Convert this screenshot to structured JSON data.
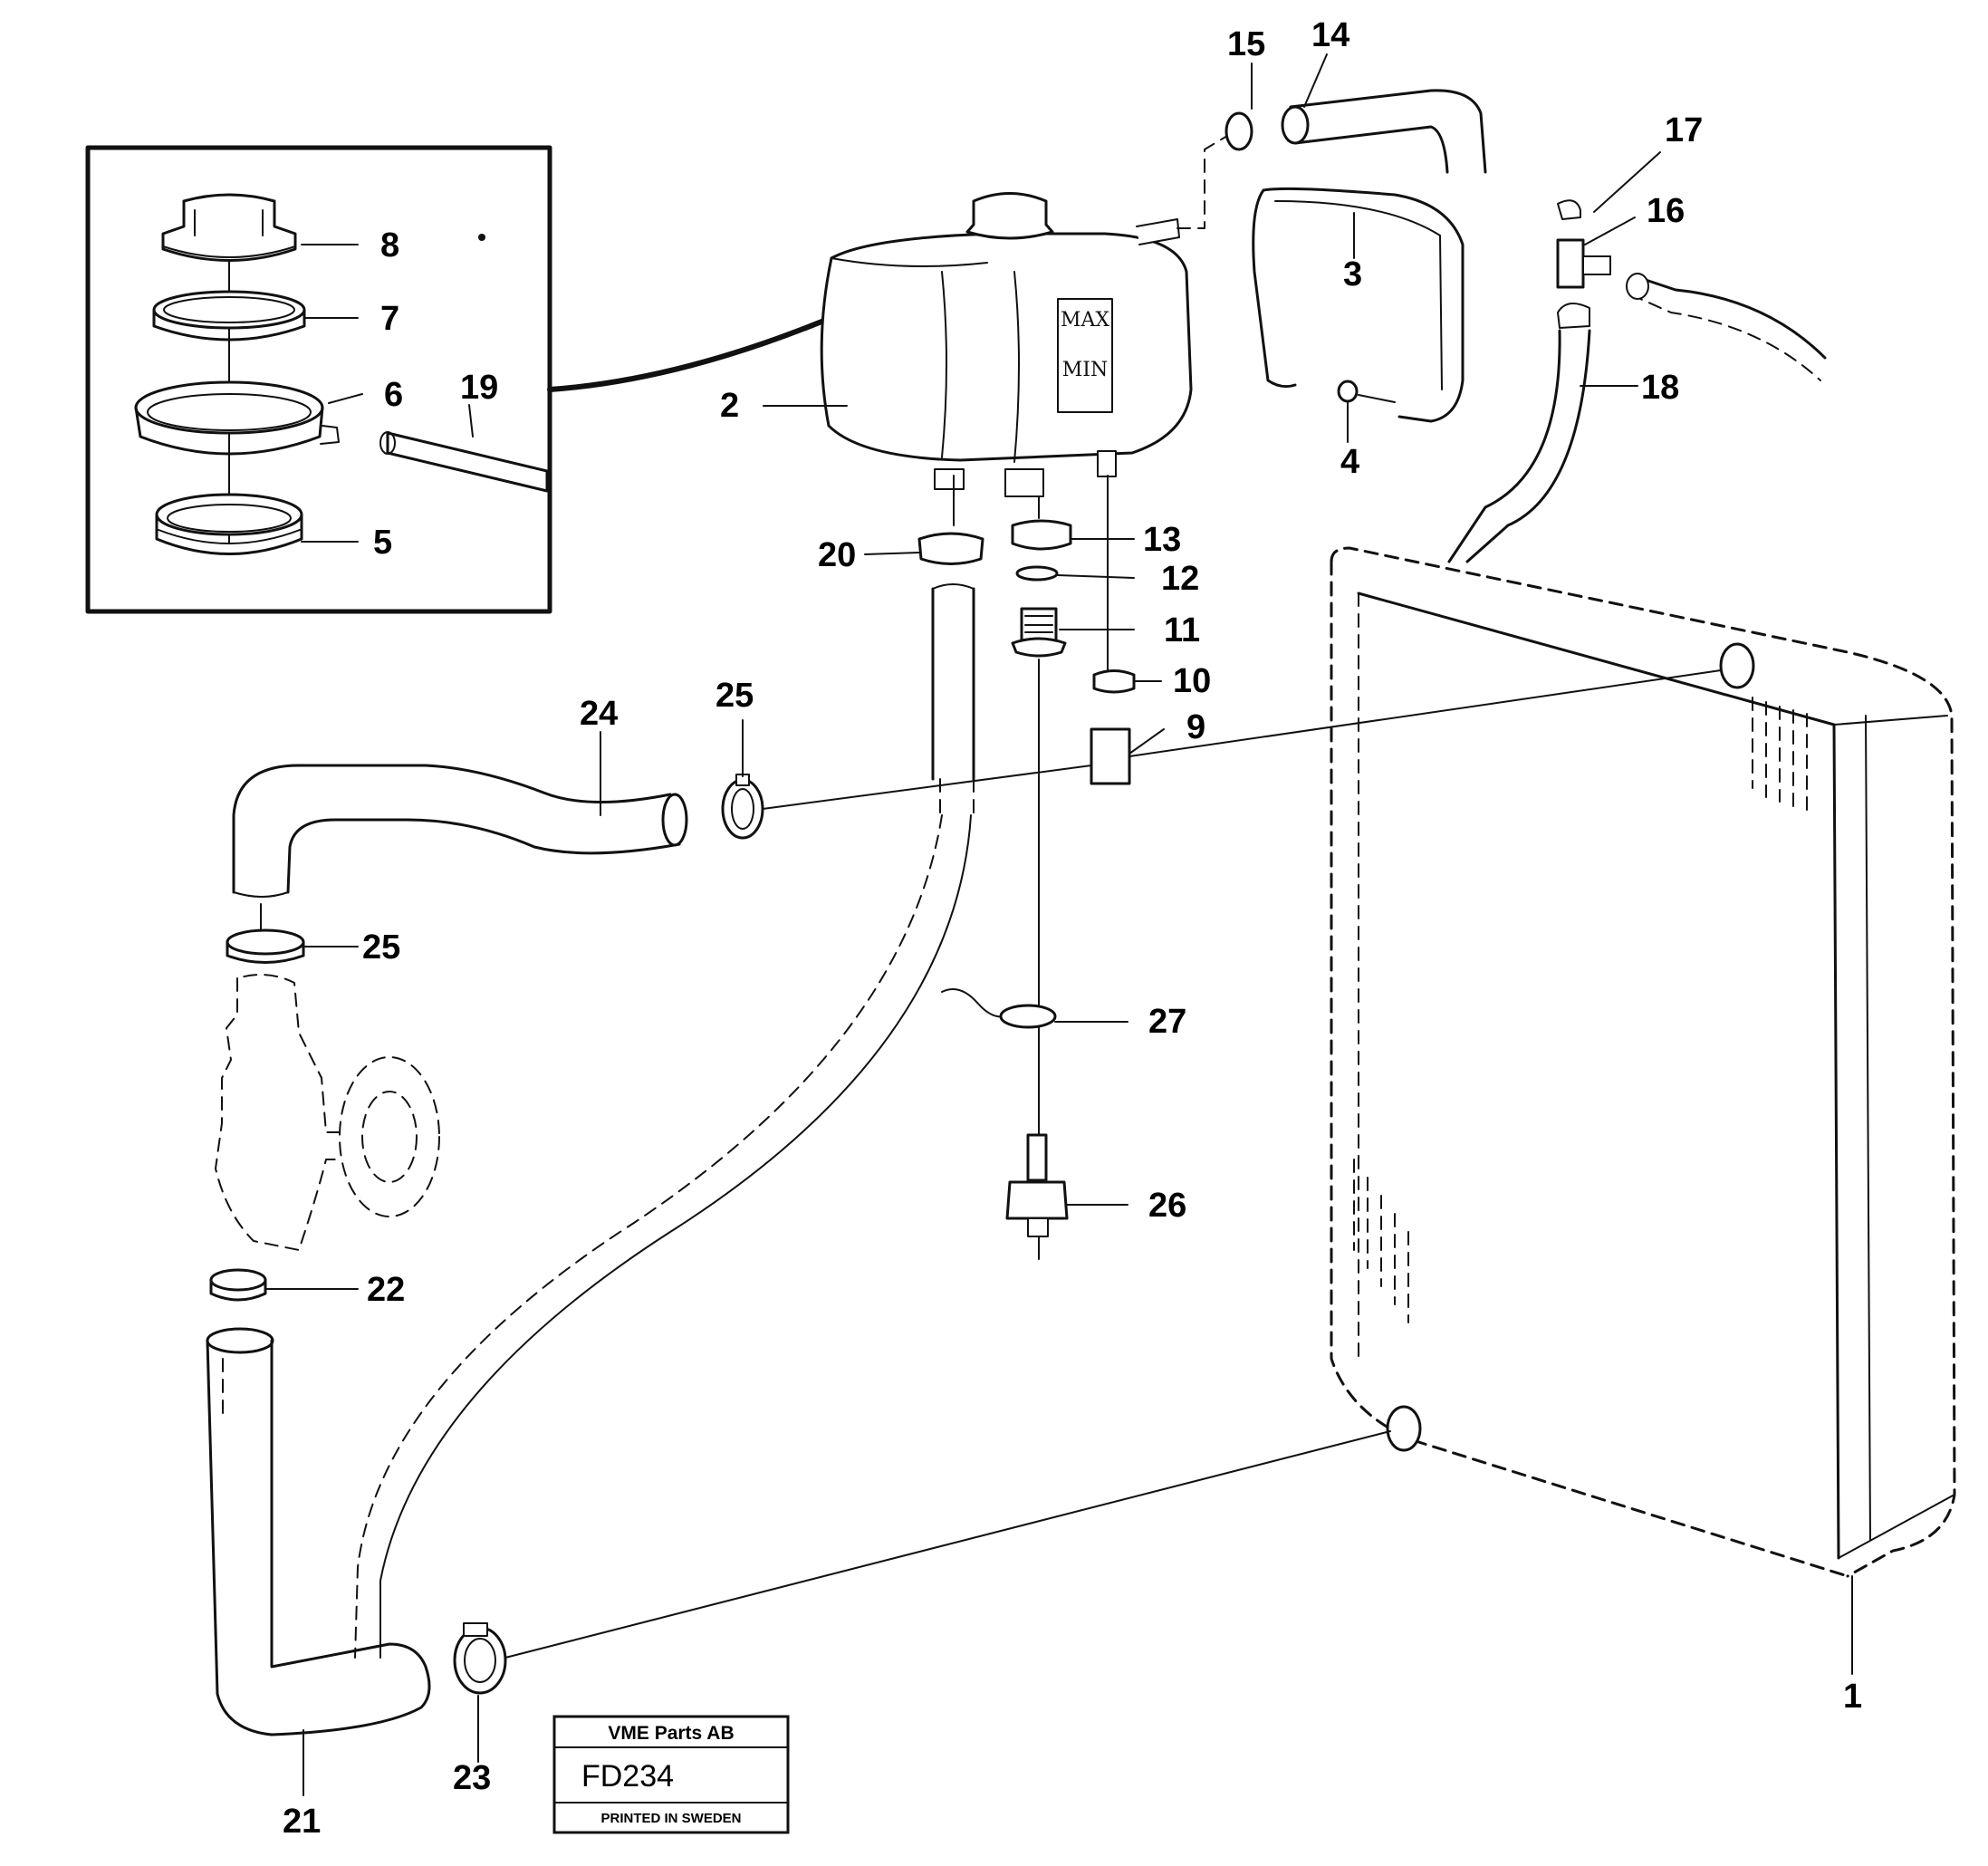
{
  "callouts": {
    "c1": "1",
    "c2": "2",
    "c3": "3",
    "c4": "4",
    "c5": "5",
    "c6": "6",
    "c7": "7",
    "c8": "8",
    "c9": "9",
    "c10": "10",
    "c11": "11",
    "c12": "12",
    "c13": "13",
    "c14": "14",
    "c15": "15",
    "c16": "16",
    "c17": "17",
    "c18": "18",
    "c19": "19",
    "c20": "20",
    "c21": "21",
    "c22": "22",
    "c23": "23",
    "c24": "24",
    "c25a": "25",
    "c25b": "25",
    "c26": "26",
    "c27": "27"
  },
  "tank_markings": {
    "max": "MAX",
    "min": "MIN"
  },
  "stamp": {
    "company": "VME Parts AB",
    "code": "FD234",
    "printed": "PRINTED IN SWEDEN"
  }
}
